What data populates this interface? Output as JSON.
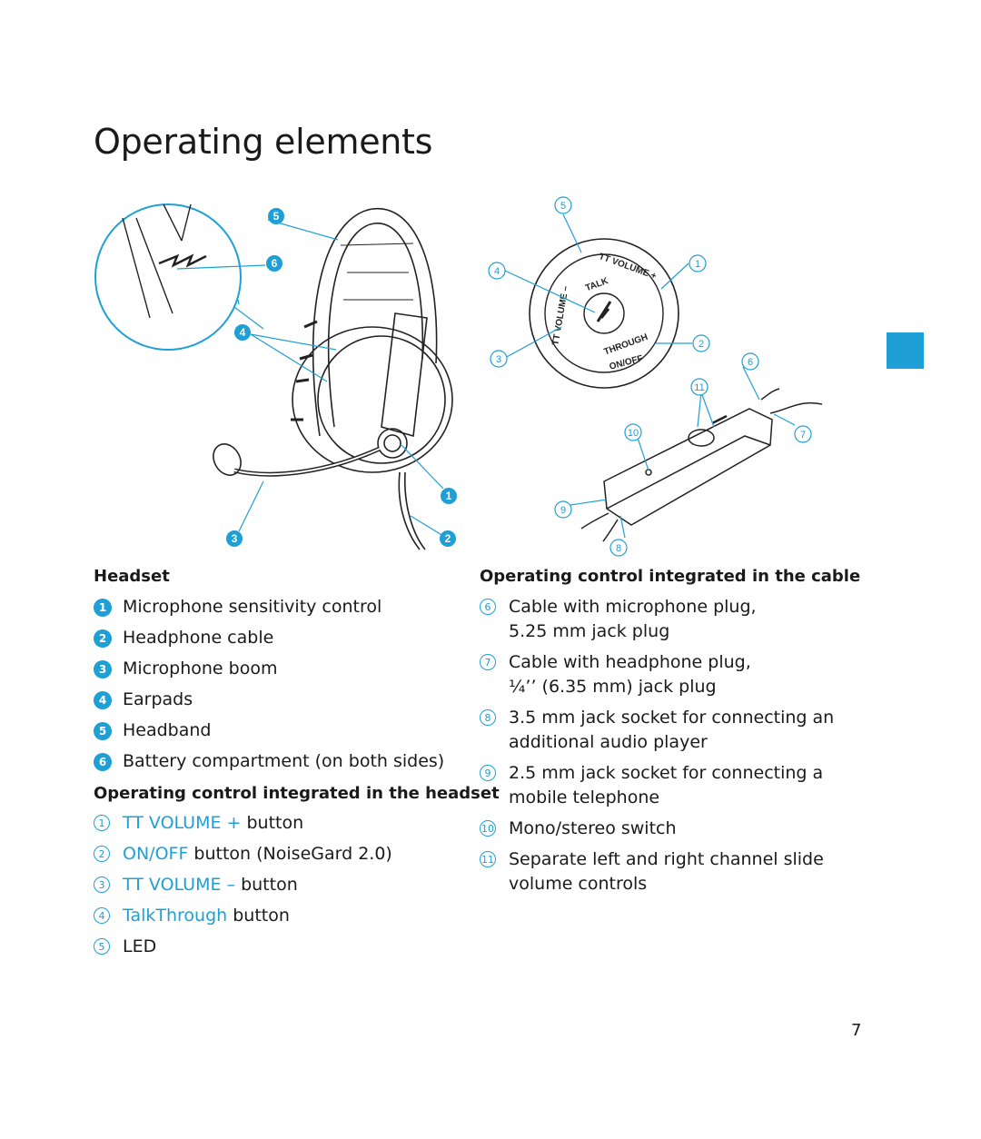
{
  "page_title": "Operating elements",
  "figure": {
    "labels": {
      "headset_5": "5",
      "headset_6": "6",
      "headset_4": "4",
      "headset_1": "1",
      "headset_3": "3",
      "headset_2": "2",
      "dial_5": "5",
      "dial_4": "4",
      "dial_1": "1",
      "dial_3": "3",
      "dial_2": "2",
      "cable_6": "6",
      "cable_11": "11",
      "cable_10": "10",
      "cable_7": "7",
      "cable_9": "9",
      "cable_8": "8"
    },
    "dial_text": {
      "tt_volume_top": "TT VOLUME +",
      "talk": "TALK",
      "tt_volume_left": "TT VOLUME –",
      "through": "THROUGH",
      "on_off": "ON/OFF"
    }
  },
  "headset": {
    "heading": "Headset",
    "items": [
      {
        "num": "1",
        "text": "Microphone sensitivity control"
      },
      {
        "num": "2",
        "text": "Headphone cable"
      },
      {
        "num": "3",
        "text": "Microphone boom"
      },
      {
        "num": "4",
        "text": "Earpads"
      },
      {
        "num": "5",
        "text": "Headband"
      },
      {
        "num": "6",
        "text": "Battery compartment (on both sides)"
      }
    ]
  },
  "headset_control": {
    "heading": "Operating control integrated in the headset",
    "items": [
      {
        "num": "1",
        "blue": "TT VOLUME +",
        "text": " button"
      },
      {
        "num": "2",
        "blue": "ON/OFF",
        "text": " button (NoiseGard 2.0)"
      },
      {
        "num": "3",
        "blue": "TT VOLUME –",
        "text": " button"
      },
      {
        "num": "4",
        "blue": "TalkThrough",
        "text": " button"
      },
      {
        "num": "5",
        "blue": "",
        "text": "LED"
      }
    ]
  },
  "cable_control": {
    "heading": "Operating control integrated in the cable",
    "items": [
      {
        "num": "6",
        "line1": "Cable with microphone plug,",
        "line2": "5.25 mm jack plug"
      },
      {
        "num": "7",
        "line1": "Cable with headphone plug,",
        "line2": "¼’’ (6.35 mm) jack plug"
      },
      {
        "num": "8",
        "line1": "3.5 mm jack socket for connecting an",
        "line2": "additional audio player"
      },
      {
        "num": "9",
        "line1": "2.5 mm jack socket for connecting a",
        "line2": "mobile telephone"
      },
      {
        "num": "10",
        "line1": "Mono/stereo switch",
        "line2": ""
      },
      {
        "num": "11",
        "line1": "Separate left and right channel slide",
        "line2": "volume controls"
      }
    ]
  },
  "page_number": "7",
  "colors": {
    "accent": "#1e9fd6",
    "text": "#1a1a1a"
  }
}
